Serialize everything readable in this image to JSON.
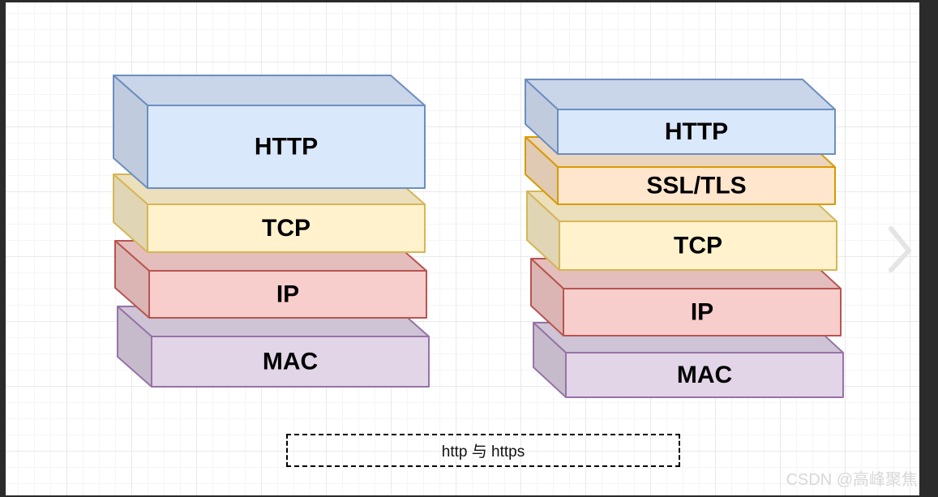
{
  "canvas": {
    "background": "#ffffff",
    "grid_minor_color": "#f5f5f5",
    "grid_major_color": "#e9e9e9",
    "frame_color": "#2b2b2b"
  },
  "diagram": {
    "caption": "http 与 https",
    "stacks": [
      {
        "name": "http-stack",
        "layers": [
          {
            "label": "HTTP",
            "fill": "#dae8fc",
            "stroke": "#6c8ebf"
          },
          {
            "label": "TCP",
            "fill": "#fff2cc",
            "stroke": "#d6b656"
          },
          {
            "label": "IP",
            "fill": "#f8cecc",
            "stroke": "#b85450"
          },
          {
            "label": "MAC",
            "fill": "#e1d5e7",
            "stroke": "#9673a6"
          }
        ]
      },
      {
        "name": "https-stack",
        "layers": [
          {
            "label": "HTTP",
            "fill": "#dae8fc",
            "stroke": "#6c8ebf"
          },
          {
            "label": "SSL/TLS",
            "fill": "#ffe6cc",
            "stroke": "#d79b00"
          },
          {
            "label": "TCP",
            "fill": "#fff2cc",
            "stroke": "#d6b656"
          },
          {
            "label": "IP",
            "fill": "#f8cecc",
            "stroke": "#b85450"
          },
          {
            "label": "MAC",
            "fill": "#e1d5e7",
            "stroke": "#9673a6"
          }
        ]
      }
    ]
  },
  "carousel": {
    "next_icon": "chevron-right",
    "icon_color": "#e4e4e4"
  },
  "watermark": "CSDN @高峰聚焦"
}
